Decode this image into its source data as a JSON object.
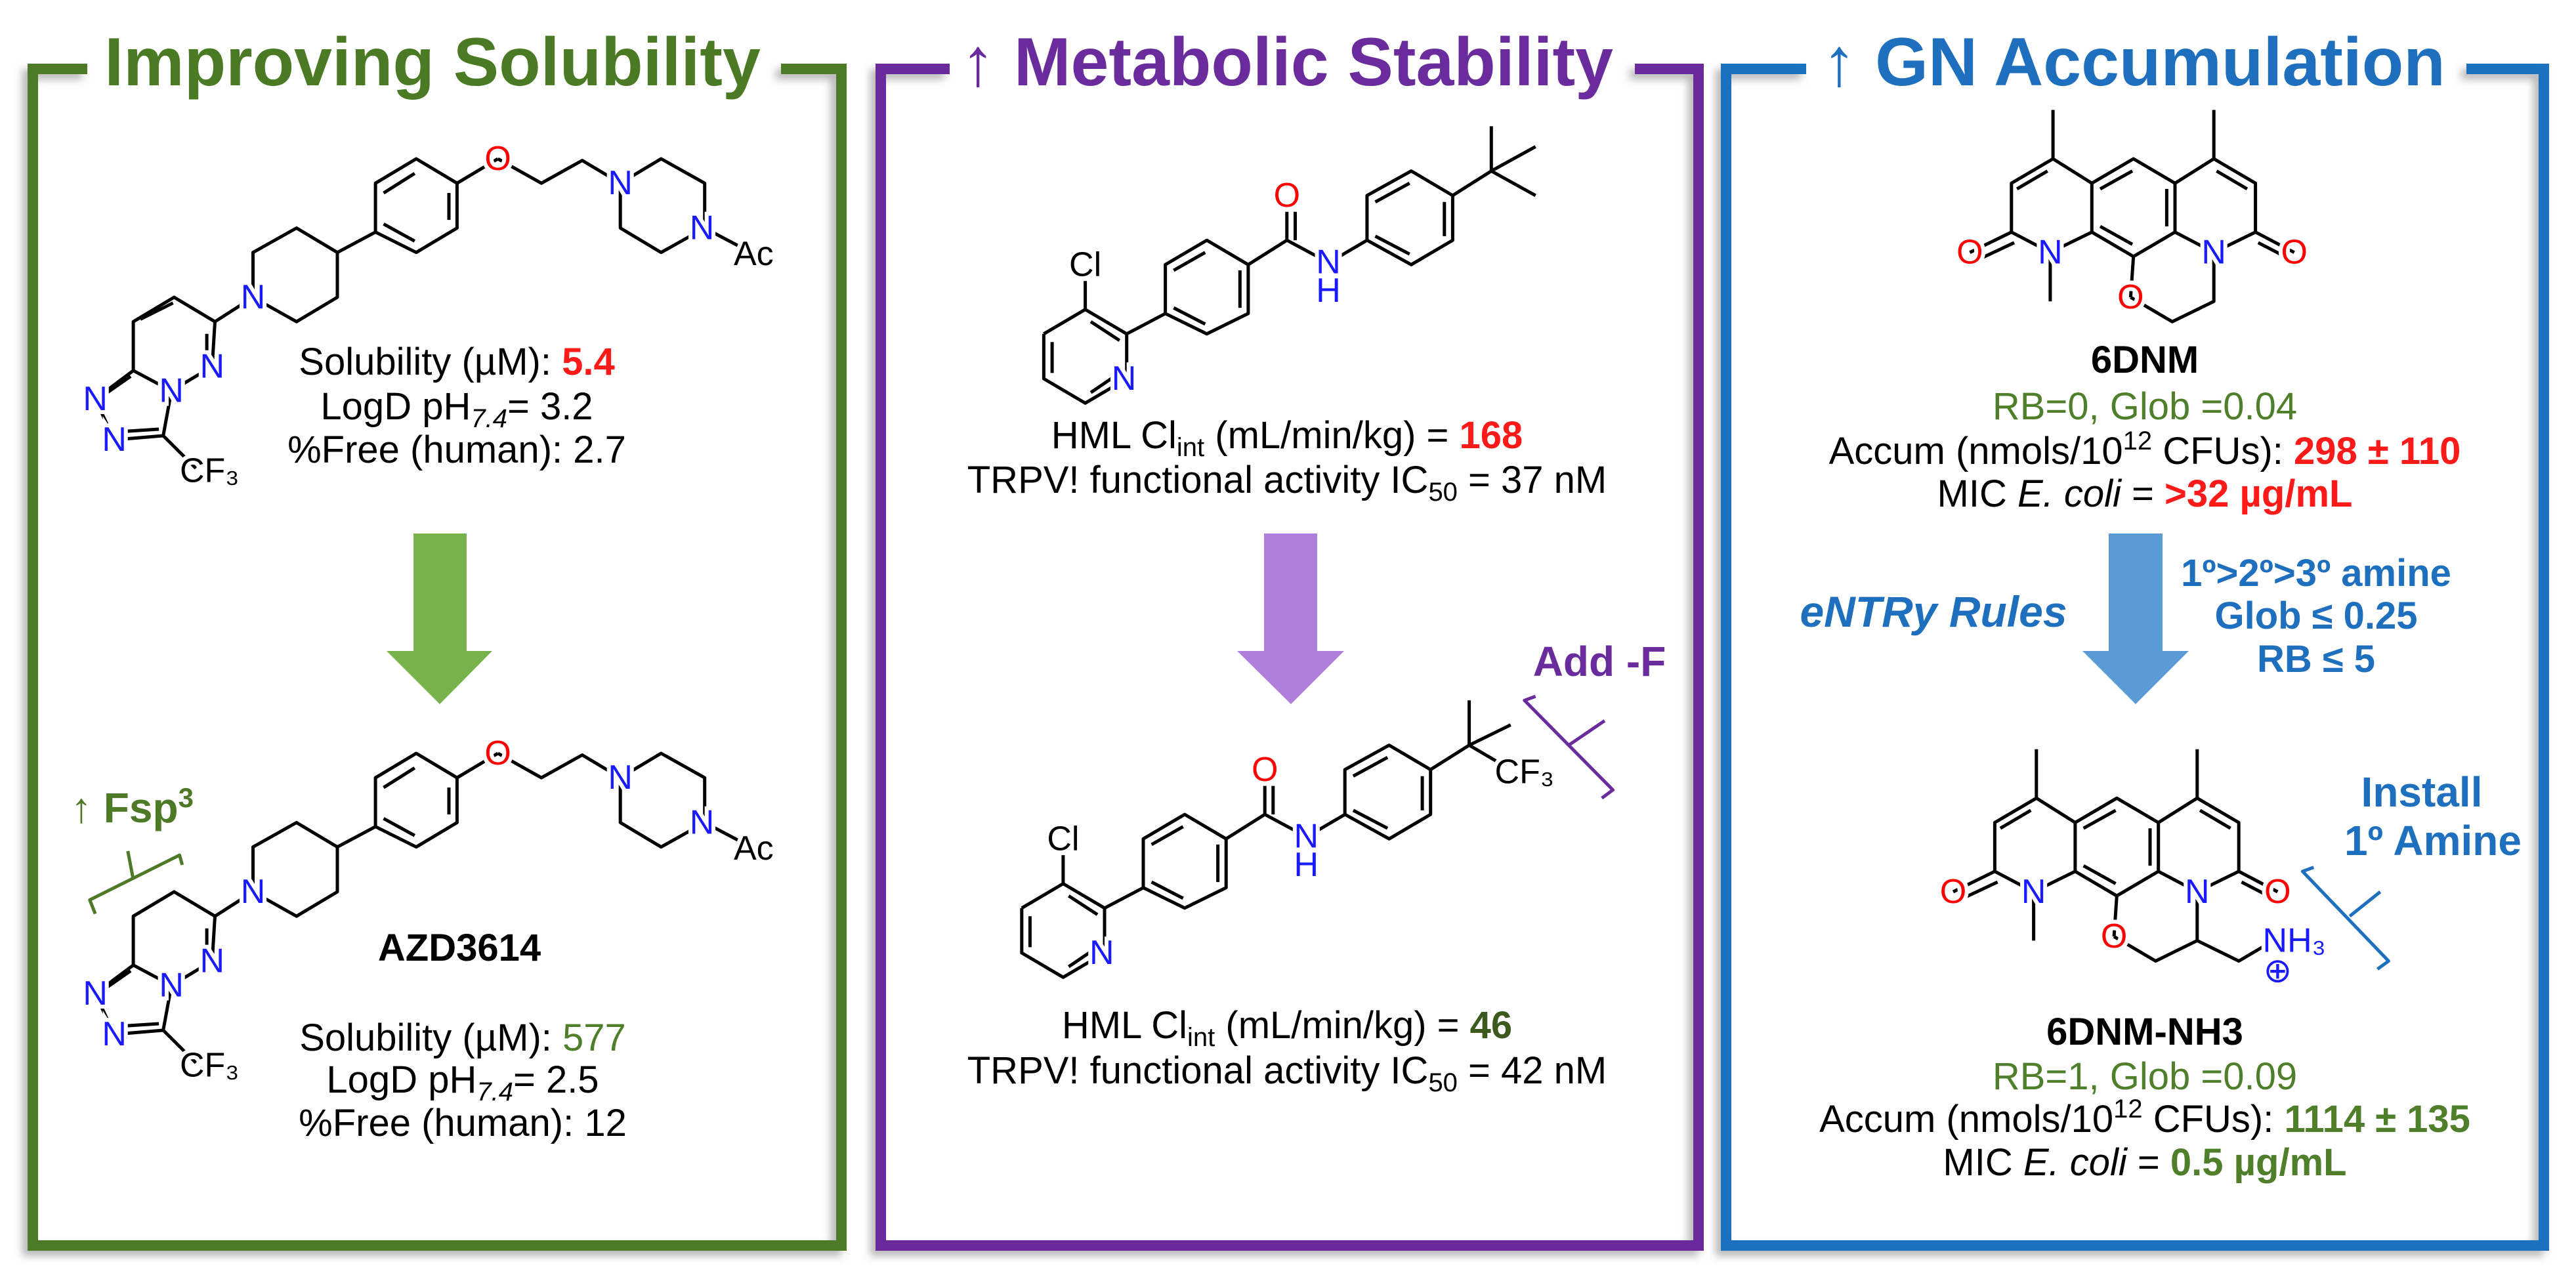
{
  "atoms": {
    "N": "N",
    "O": "O",
    "Cl": "Cl",
    "H": "H",
    "Ac": "Ac",
    "CF3": "CF₃",
    "NH3": "NH₃",
    "plus": "⊕"
  },
  "colors": {
    "green": "#4e7a28",
    "purple": "#6a2c9c",
    "blue": "#1f6fbf",
    "red": "#ff1a1a",
    "arrow_green": "#77b24a",
    "arrow_purple": "#b07fdb",
    "arrow_blue": "#5b9bd5"
  },
  "solubility": {
    "arrow": "",
    "title": "Improving Solubility",
    "top": {
      "sol_label": "Solubility (µM): ",
      "sol_value": "5.4",
      "logd_label": "LogD pH",
      "logd_sub": "7.4",
      "logd_value": "= 3.2",
      "free_label": "%Free (human):  ",
      "free_value": "2.7"
    },
    "annotation": {
      "arrow": "↑ ",
      "text": "Fsp",
      "sup": "3"
    },
    "bottom": {
      "name": "AZD3614",
      "sol_label": "Solubility (µM): ",
      "sol_value": "577",
      "logd_label": "LogD pH",
      "logd_sub": "7.4",
      "logd_value": "= 2.5",
      "free_label": "%Free (human):  ",
      "free_value": "12"
    }
  },
  "metabolic": {
    "arrow": "↑ ",
    "title": "Metabolic Stability",
    "top": {
      "hml_label": "HML Cl",
      "hml_sub": "int",
      "hml_unit": " (mL/min/kg) = ",
      "hml_value": "168",
      "trpv_label": "TRPV! functional activity IC",
      "trpv_sub": "50",
      "trpv_value": " = 37 nM"
    },
    "annotation": "Add -F",
    "bottom": {
      "hml_label": "HML Cl",
      "hml_sub": "int",
      "hml_unit": " (mL/min/kg) = ",
      "hml_value": "46",
      "trpv_label": "TRPV! functional activity IC",
      "trpv_sub": "50",
      "trpv_value": " = 42 nM"
    }
  },
  "accumulation": {
    "arrow": "↑ ",
    "title": "GN Accumulation",
    "top": {
      "name": "6DNM",
      "rb": "RB=0, Glob =0.04",
      "accum_label": "Accum (nmols/10",
      "accum_sup": "12",
      "accum_unit": " CFUs): ",
      "accum_value": "298 ± 110",
      "mic_label": "MIC ",
      "mic_org": "E. coli",
      "mic_eq": " = ",
      "mic_value": ">32 µg/mL"
    },
    "rules_label": "eNTRy Rules",
    "rules": [
      "1º>2º>3º amine",
      "Glob ≤ 0.25",
      "RB ≤ 5"
    ],
    "annotation": [
      "Install",
      "1º Amine"
    ],
    "bottom": {
      "name": "6DNM-NH3",
      "rb": "RB=1, Glob =0.09",
      "accum_label": "Accum (nmols/10",
      "accum_sup": "12",
      "accum_unit": " CFUs): ",
      "accum_value": "1114 ± 135",
      "mic_label": "MIC ",
      "mic_org": "E. coli",
      "mic_eq": " = ",
      "mic_value": "0.5 µg/mL"
    }
  }
}
